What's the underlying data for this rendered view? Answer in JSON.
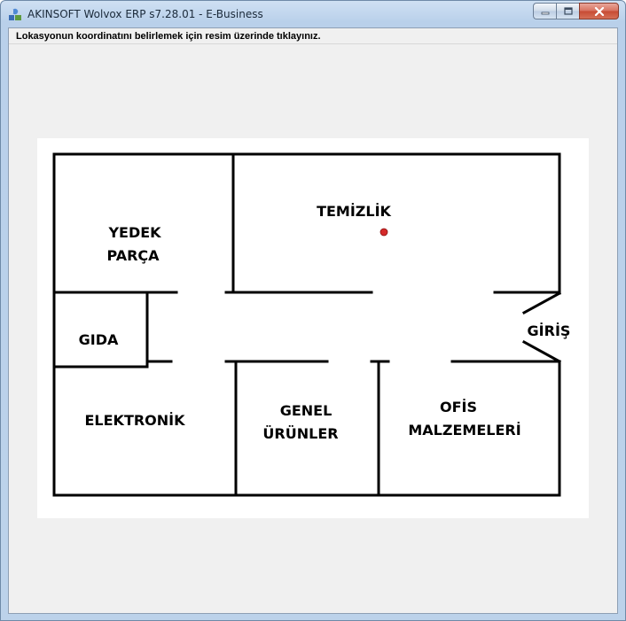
{
  "window": {
    "title": "AKINSOFT Wolvox ERP s7.28.01 - E-Business",
    "icons": {
      "app": "akinsoft-app-icon",
      "minimize": "minimize-icon",
      "maximize": "maximize-icon",
      "close": "close-icon"
    }
  },
  "instruction": "Lokasyonun koordinatını belirlemek için resim üzerinde tıklayınız.",
  "floorplan": {
    "rooms": {
      "yedek_parca": [
        "YEDEK",
        "PARÇA"
      ],
      "temizlik": "TEMİZLİK",
      "gida": "GIDA",
      "giris": "GİRİŞ",
      "elektronik": "ELEKTRONİK",
      "genel_urunler": [
        "GENEL",
        "ÜRÜNLER"
      ],
      "ofis_malzemeleri": [
        "OFİS",
        "MALZEMELERİ"
      ]
    },
    "marker_color": "#d42a2a"
  },
  "colors": {
    "client_bg": "#f0f0f0",
    "close_button": "#c74a33",
    "wall": "#000000"
  }
}
